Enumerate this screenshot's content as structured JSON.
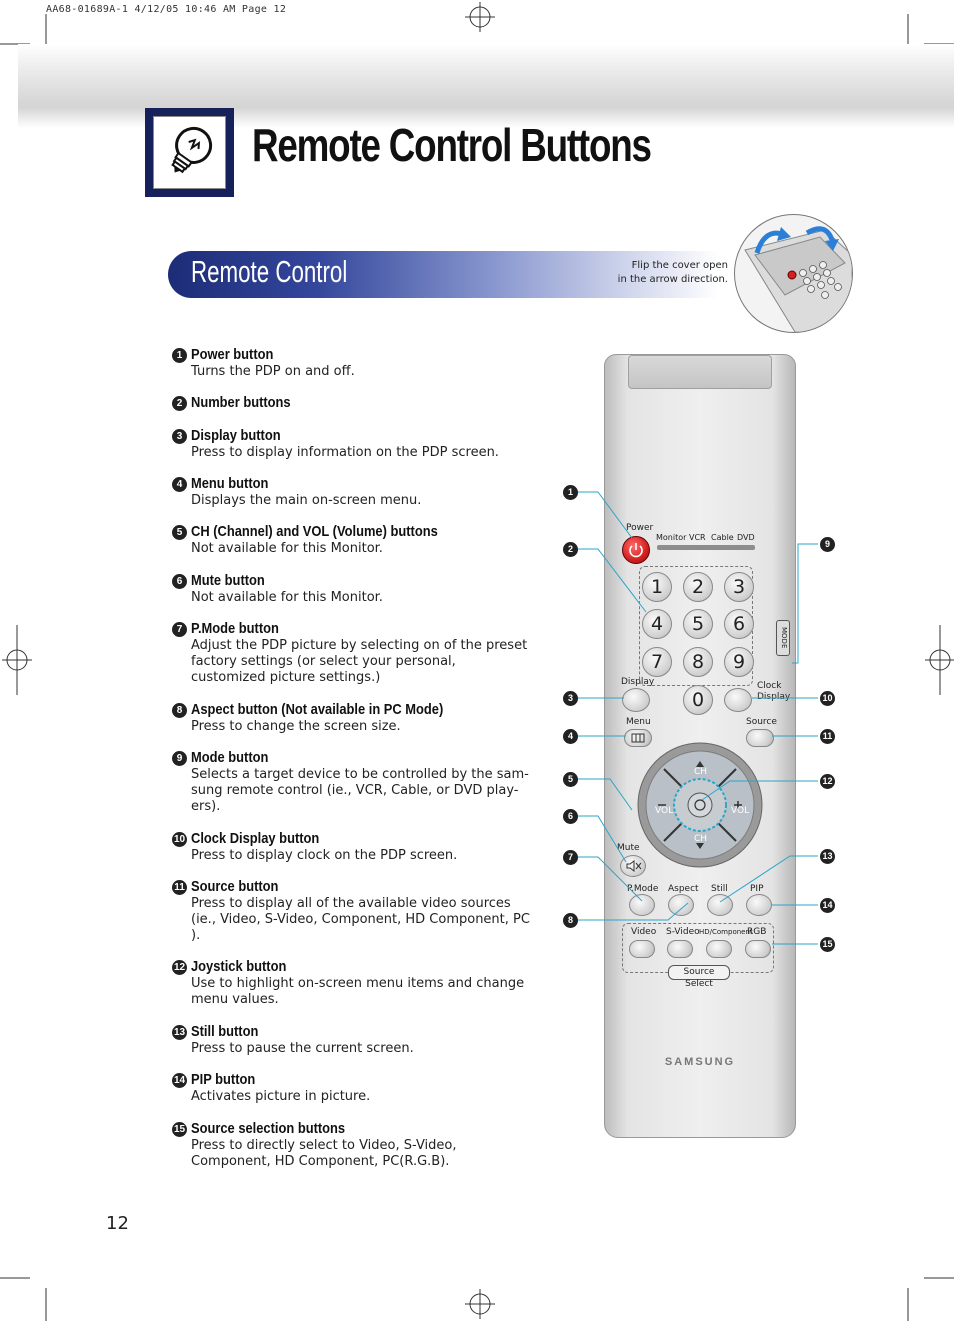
{
  "header": {
    "slug": "AA68-01689A-1  4/12/05  10:46 AM  Page 12",
    "page_title": "Remote Control Buttons",
    "section_title": "Remote Control",
    "flip_note_line1": "Flip the cover open",
    "flip_note_line2": "in the arrow direction."
  },
  "items": [
    {
      "num": "1",
      "title": "Power button",
      "desc": "Turns the PDP on and off."
    },
    {
      "num": "2",
      "title": "Number buttons",
      "desc": ""
    },
    {
      "num": "3",
      "title": "Display button",
      "desc": "Press to display information on the PDP screen."
    },
    {
      "num": "4",
      "title": "Menu button",
      "desc": "Displays the main on-screen menu."
    },
    {
      "num": "5",
      "title": "CH (Channel) and VOL (Volume) buttons",
      "desc": "Not available for this Monitor."
    },
    {
      "num": "6",
      "title": "Mute button",
      "desc": "Not available for this Monitor."
    },
    {
      "num": "7",
      "title": "P.Mode button",
      "desc": "Adjust the PDP picture by selecting on of the preset factory settings (or select your personal, customized picture settings.)"
    },
    {
      "num": "8",
      "title": "Aspect button (Not available in PC Mode)",
      "desc": "Press to change the screen size."
    },
    {
      "num": "9",
      "title": "Mode button",
      "desc": "Selects a target device to be controlled by the sam-sung remote control (ie., VCR, Cable, or DVD play-ers)."
    },
    {
      "num": "10",
      "title": "Clock Display button",
      "desc": "Press to display clock on the PDP screen."
    },
    {
      "num": "11",
      "title": "Source button",
      "desc": "Press to display all of the available video sources (ie., Video, S-Video, Component, HD Component, PC )."
    },
    {
      "num": "12",
      "title": "Joystick button",
      "desc": "Use to highlight on-screen menu items and change menu values."
    },
    {
      "num": "13",
      "title": "Still button",
      "desc": "Press to pause the current screen."
    },
    {
      "num": "14",
      "title": "PIP button",
      "desc": "Activates picture in picture."
    },
    {
      "num": "15",
      "title": "Source selection buttons",
      "desc": "Press to directly select to Video, S-Video, Component, HD Component, PC(R.G.B)."
    }
  ],
  "remote": {
    "power_label": "Power",
    "mode_labels": [
      "Monitor",
      "VCR",
      "Cable",
      "DVD"
    ],
    "digits": [
      "1",
      "2",
      "3",
      "4",
      "5",
      "6",
      "7",
      "8",
      "9",
      "0"
    ],
    "mode_side_label": "MODE",
    "display_label": "Display",
    "clock_display_label_line1": "Clock",
    "clock_display_label_line2": "Display",
    "menu_label": "Menu",
    "source_label": "Source",
    "ch_label": "CH",
    "vol_label": "VOL",
    "mute_label": "Mute",
    "pmode_label": "P.Mode",
    "aspect_label": "Aspect",
    "still_label": "Still",
    "pip_label": "PIP",
    "source_buttons": [
      "Video",
      "S-Video",
      "HD/Component",
      "RGB"
    ],
    "source_select_label": "Source Select",
    "brand": "SAMSUNG",
    "callouts_left": [
      "1",
      "2",
      "3",
      "4",
      "5",
      "6",
      "7",
      "8"
    ],
    "callouts_right": [
      "9",
      "10",
      "11",
      "12",
      "13",
      "14",
      "15"
    ]
  },
  "footer": {
    "page_number": "12"
  },
  "colors": {
    "title_bar_dark": "#1d2c77",
    "icon_box": "#16215b",
    "power_red": "#d32020"
  }
}
